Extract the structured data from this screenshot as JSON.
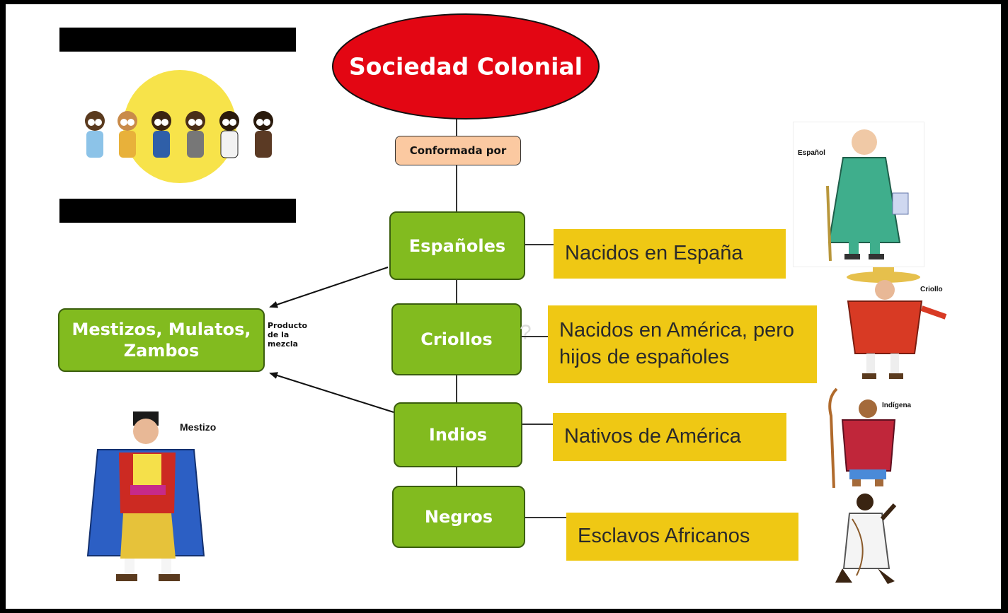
{
  "title": "Sociedad Colonial",
  "connector_label": "Conformada por",
  "groups": [
    {
      "label": "Españoles",
      "description": "Nacidos en España"
    },
    {
      "label": "Criollos",
      "description": "Nacidos en América, pero hijos de españoles"
    },
    {
      "label": "Indios",
      "description": "Nativos de América"
    },
    {
      "label": "Negros",
      "description": "Esclavos Africanos"
    }
  ],
  "mix_box": "Mestizos, Mulatos, Zambos",
  "mix_label": "Producto de la mezcla",
  "figure_captions": {
    "espanol": "Español",
    "criollo": "Criollo",
    "indigena": "Indígena",
    "mestizo": "Mestizo"
  },
  "colors": {
    "title_ellipse": "#e30613",
    "group_box": "#82bb1f",
    "description_box": "#efc814",
    "connector_box": "#fbc9a1"
  }
}
